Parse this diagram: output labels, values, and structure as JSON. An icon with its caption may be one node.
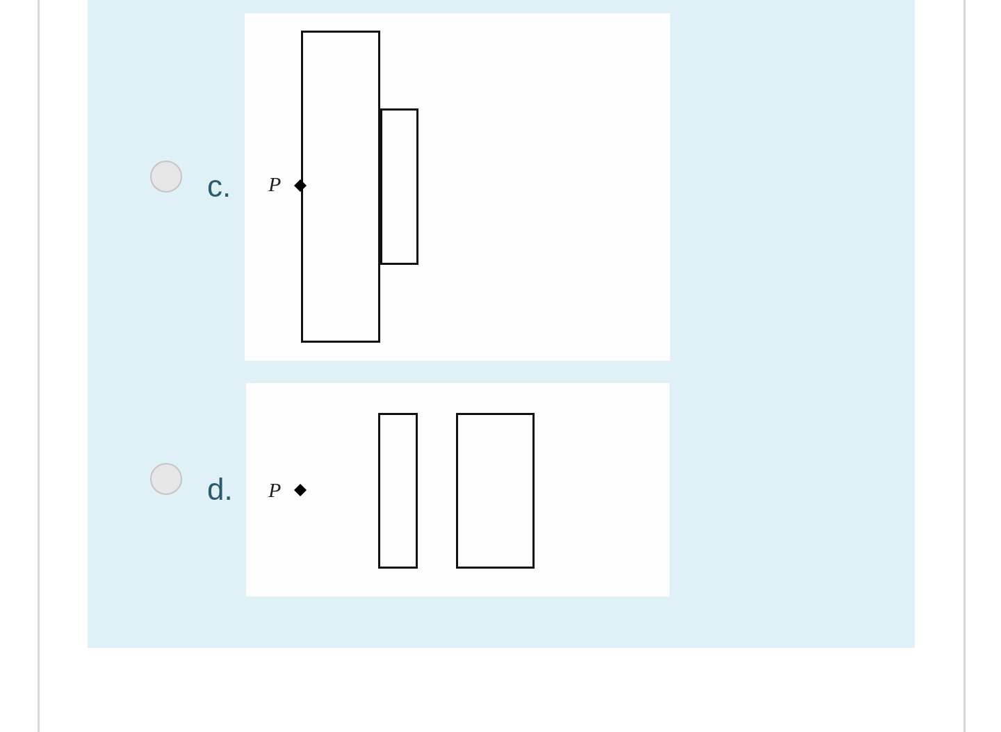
{
  "diagram": {
    "nodes": [
      {
        "text": [],
        "shape": "box"
      },
      {
        "text": [],
        "shape": "box"
      },
      {
        "text": [],
        "shape": "box"
      },
      {
        "text": [],
        "shape": "box"
      }
    ],
    "labels": [
      "c.",
      "P",
      "d.",
      "P"
    ]
  }
}
